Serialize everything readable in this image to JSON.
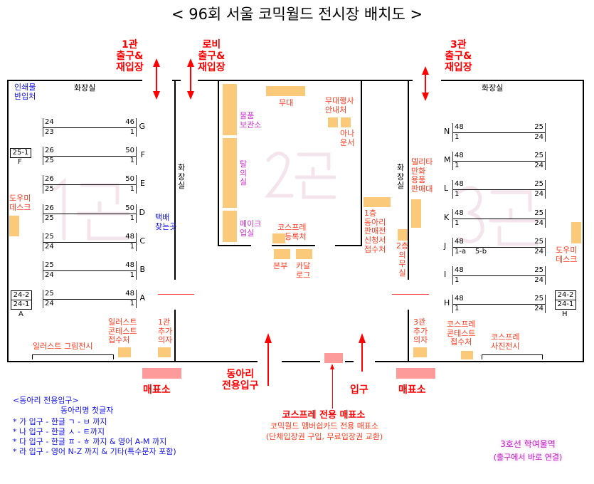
{
  "title": "< 96회 서울 코믹월드 전시장 배치도 >",
  "exits": {
    "hall1": "1관\n출구&\n재입장",
    "lobby": "로비\n출구&\n재입장",
    "hall3": "3관\n출구&\n재입장"
  },
  "hall1": {
    "watermark": "1관",
    "toilet_top": "화장실",
    "toilet_side": "화\n장\n실",
    "print_entry": "인쇄물\n반입처",
    "helper_desk": "도우미\n데스크",
    "parcel": "택배\n찾는곳",
    "illust_contest": "일러스트\n콘테스트\n접수처",
    "extra_chairs": "1관\n추가\n의자",
    "illust_exhibit": "일러스트 그림전시",
    "box_f": "25-1",
    "box_f_label": "F",
    "box_a_top": "24-2",
    "box_a_bottom": "24-1",
    "box_a_label": "A",
    "rows": [
      {
        "letter": "G",
        "tl": "24",
        "tr": "46",
        "bl": "23",
        "br": "1"
      },
      {
        "letter": "F",
        "tl": "26",
        "tr": "50",
        "bl": "25",
        "br": "1"
      },
      {
        "letter": "E",
        "tl": "26",
        "tr": "50",
        "bl": "25",
        "br": "1"
      },
      {
        "letter": "D",
        "tl": "26",
        "tr": "50",
        "bl": "25",
        "br": "1"
      },
      {
        "letter": "C",
        "tl": "25",
        "tr": "48",
        "bl": "24",
        "br": "1"
      },
      {
        "letter": "B",
        "tl": "25",
        "tr": "48",
        "bl": "24",
        "br": "1"
      },
      {
        "letter": "A",
        "tl": "25",
        "tr": "48",
        "bl": "24",
        "br": "1"
      }
    ]
  },
  "hall2": {
    "watermark": "2관",
    "stage": "무대",
    "storage": "물품\n보관소",
    "changing": "탈\n의\n실",
    "makeup": "메이크\n업실",
    "stage_info": "무대행사\n안내처",
    "announcer": "아나\n운서",
    "cos_reg": "코스프레\n등록처",
    "hq": "본부",
    "catalog": "카달\n로그",
    "club_reg": "1층\n동아리\n판매전\n신청서\n접수처",
    "toilet_side": "화\n장\n실",
    "second_floor": "2층\n의\n무\n실"
  },
  "hall3": {
    "watermark": "3관",
    "toilet_top": "화장실",
    "delta": "델리타\n만화\n용품\n판매대",
    "helper_desk": "도우미\n데스크",
    "extra_chairs": "3관\n추가\n의자",
    "cos_contest": "코스프레\n콘테스트\n접수처",
    "cos_photo": "코스프레\n사진전시",
    "box_h_top": "24-2",
    "box_h_bottom": "24-1",
    "box_h_label": "H",
    "rows": [
      {
        "letter": "N",
        "tl": "48",
        "tr": "25",
        "bl": "1",
        "br": "24"
      },
      {
        "letter": "M",
        "tl": "48",
        "tr": "25",
        "bl": "1",
        "br": "24"
      },
      {
        "letter": "L",
        "tl": "48",
        "tr": "25",
        "bl": "1",
        "br": "24"
      },
      {
        "letter": "K",
        "tl": "48",
        "tr": "25",
        "bl": "1",
        "br": "24"
      },
      {
        "letter": "J",
        "tl": "48",
        "tr": "25",
        "bl": "1-a    5-b",
        "br": "24"
      },
      {
        "letter": "I",
        "tl": "48",
        "tr": "25",
        "bl": "1",
        "br": "24"
      },
      {
        "letter": "H",
        "tl": "48",
        "tr": "25",
        "bl": "1",
        "br": "24"
      }
    ]
  },
  "bottom": {
    "ticket_left": "매표소",
    "ticket_right": "매표소",
    "club_entrance": "동아리\n전용입구",
    "entrance": "입구",
    "cos_ticket_title": "코스프레 전용 매표소",
    "cos_ticket_sub1": "코믹월드 멤버쉽카드 전용 매표소",
    "cos_ticket_sub2": "(단체입장권 구입, 무료입장권 교환)",
    "station_1": "3호선 학여울역",
    "station_2": "(출구에서 바로 연결)"
  },
  "legend": {
    "title": "<동아리 전용입구>",
    "subtitle": "동아리명 첫글자",
    "items": [
      "* 가 입구 - 한글  ㄱ - ㅂ 까지",
      "* 나 입구 - 한글  ㅅ - ㅌ까지",
      "* 다 입구 - 한글  ㅍ - ㅎ 까지 & 영어 A-M 까지",
      "* 라 입구 - 영어  N-Z 까지 & 기타(특수문자 포함)"
    ]
  }
}
